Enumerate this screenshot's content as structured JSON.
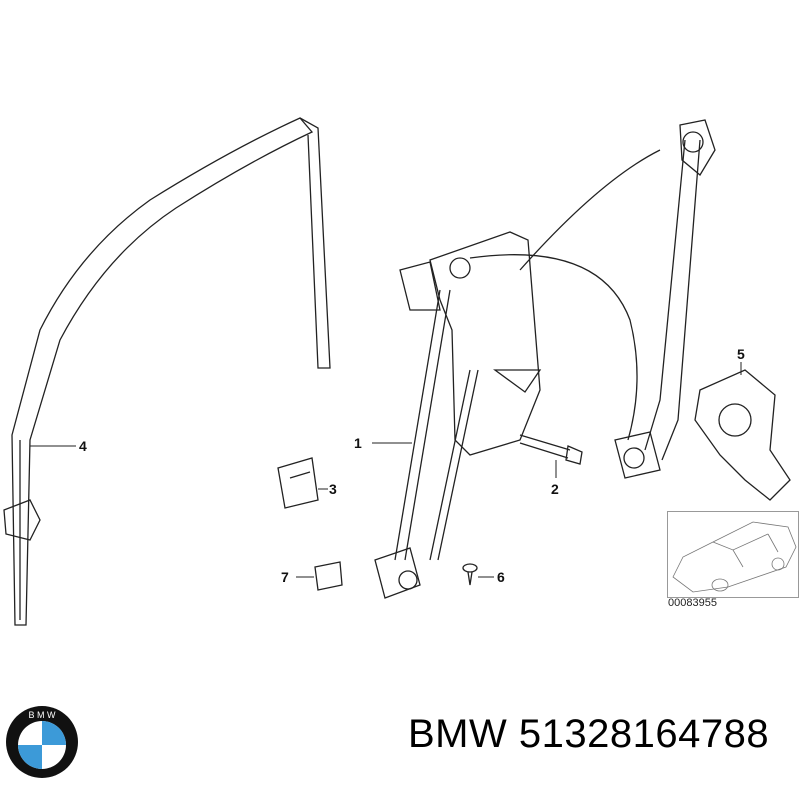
{
  "diagram": {
    "callouts": [
      {
        "id": "1",
        "label": "1"
      },
      {
        "id": "2",
        "label": "2"
      },
      {
        "id": "3",
        "label": "3"
      },
      {
        "id": "4",
        "label": "4"
      },
      {
        "id": "5",
        "label": "5"
      },
      {
        "id": "6",
        "label": "6"
      },
      {
        "id": "7",
        "label": "7"
      }
    ],
    "reference_number": "00083955"
  },
  "footer": {
    "brand_logo_text": "BMW",
    "part_title": "BMW 51328164788"
  },
  "colors": {
    "line": "#222222",
    "logo_blue": "#3c9ad8",
    "logo_ring": "#111111"
  }
}
